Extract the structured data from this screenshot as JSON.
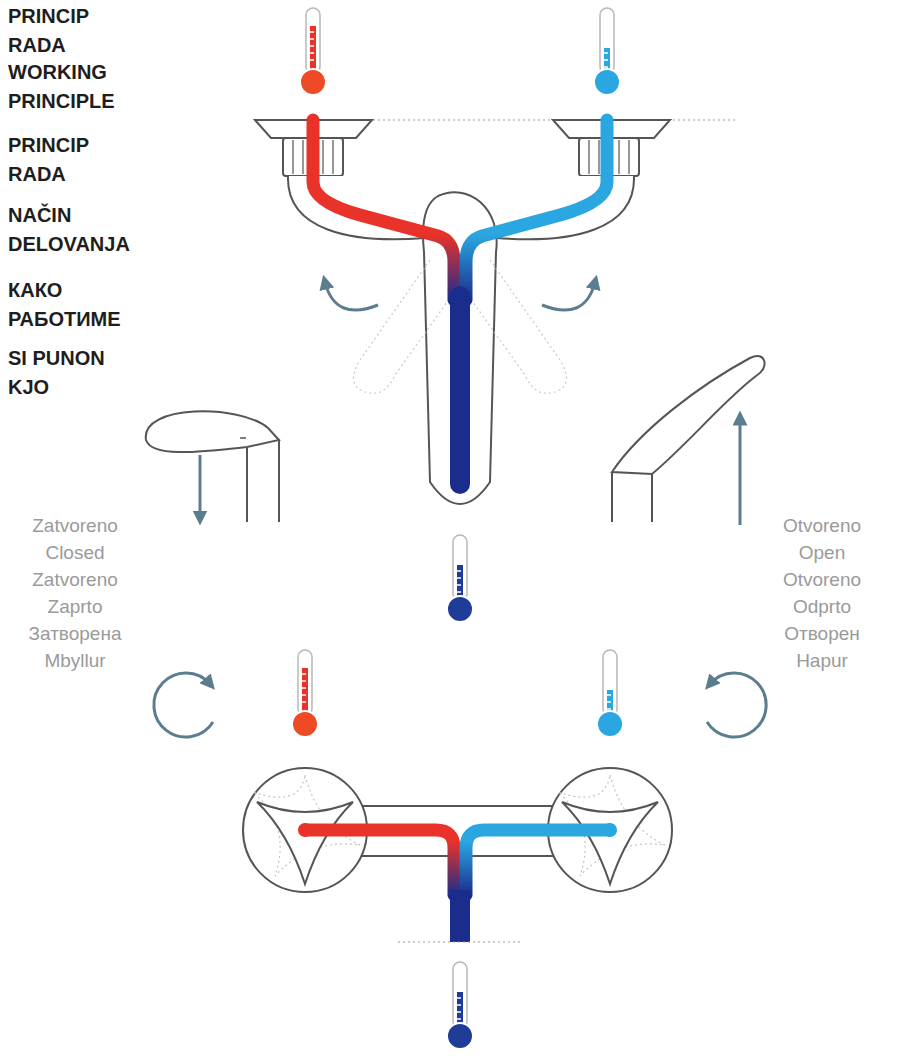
{
  "diagram": {
    "labels": [
      "PRINCIP RADA",
      "WORKING PRINCIPLE",
      "PRINCIP RADA",
      "NAČIN DELOVANJA",
      "КАКО РАБОТИМЕ",
      "SI PUNON KJO",
      "Zatvoreno",
      "Closed",
      "Zatvoreno",
      "Zaprto",
      "Затворена",
      "Mbyllur",
      "Otvoreno",
      "Open",
      "Otvoreno",
      "Odprto",
      "Отворен",
      "Hapur"
    ]
  }
}
